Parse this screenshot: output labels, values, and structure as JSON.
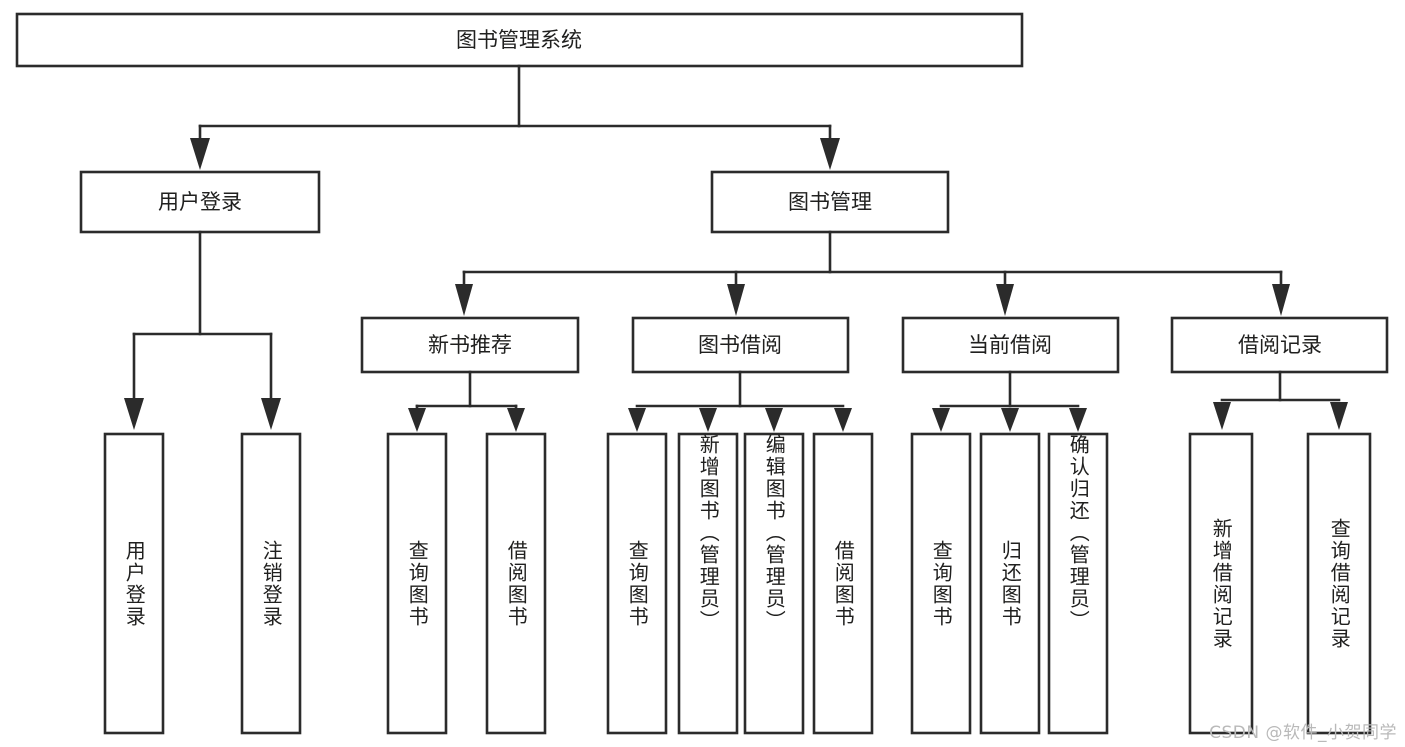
{
  "diagram": {
    "type": "tree",
    "title_node": {
      "id": "root",
      "label": "图书管理系统"
    },
    "level2": [
      {
        "id": "user-login",
        "label": "用户登录"
      },
      {
        "id": "book-management",
        "label": "图书管理"
      }
    ],
    "level3": [
      {
        "id": "new-book-recommend",
        "label": "新书推荐",
        "parent": "book-management"
      },
      {
        "id": "book-borrow",
        "label": "图书借阅",
        "parent": "book-management"
      },
      {
        "id": "current-borrow",
        "label": "当前借阅",
        "parent": "book-management"
      },
      {
        "id": "borrow-record",
        "label": "借阅记录",
        "parent": "book-management"
      }
    ],
    "leaves": {
      "user-login": [
        {
          "id": "leaf-user-login",
          "label": "用户登录"
        },
        {
          "id": "leaf-user-logout",
          "label": "注销登录"
        }
      ],
      "new-book-recommend": [
        {
          "id": "leaf-query-book-1",
          "label": "查询图书"
        },
        {
          "id": "leaf-borrow-book-1",
          "label": "借阅图书"
        }
      ],
      "book-borrow": [
        {
          "id": "leaf-query-book-2",
          "label": "查询图书"
        },
        {
          "id": "leaf-add-book",
          "label": "新增图书（管理员）"
        },
        {
          "id": "leaf-edit-book",
          "label": "编辑图书（管理员）"
        },
        {
          "id": "leaf-borrow-book-2",
          "label": "借阅图书"
        }
      ],
      "current-borrow": [
        {
          "id": "leaf-query-book-3",
          "label": "查询图书"
        },
        {
          "id": "leaf-return-book",
          "label": "归还图书"
        },
        {
          "id": "leaf-confirm-return",
          "label": "确认归还（管理员）"
        }
      ],
      "borrow-record": [
        {
          "id": "leaf-add-record",
          "label": "新增借阅记录"
        },
        {
          "id": "leaf-query-record",
          "label": "查询借阅记录"
        }
      ]
    }
  },
  "watermark": {
    "text": "CSDN @软件_小贺同学"
  },
  "colors": {
    "stroke": "#2b2b2b",
    "fill": "#ffffff",
    "text": "#20201f",
    "watermark": "#b9b9b9",
    "background": "#ffffff"
  }
}
